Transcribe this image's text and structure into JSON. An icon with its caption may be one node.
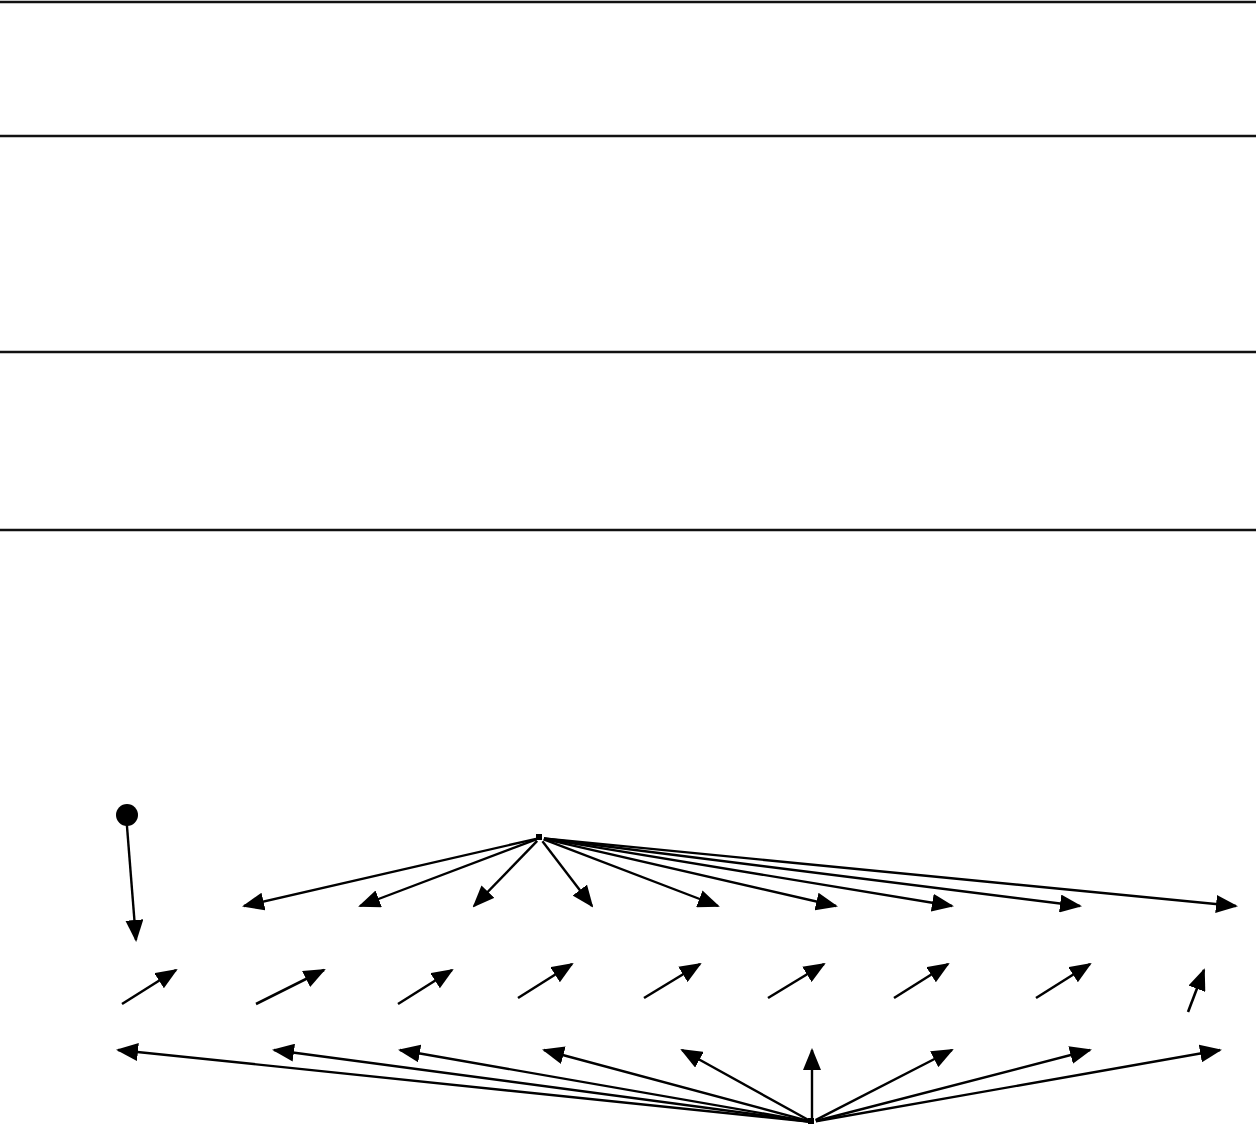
{
  "diagram": {
    "nodes": [
      {
        "text": [],
        "shape": "circle"
      },
      {
        "text": [],
        "shape": "point"
      },
      {
        "text": [],
        "shape": "point"
      }
    ],
    "edges": [
      {
        "from": 0,
        "to": null,
        "arrow": "to"
      },
      {
        "from": 1,
        "to": null,
        "arrow": "to"
      },
      {
        "from": 1,
        "to": null,
        "arrow": "to"
      },
      {
        "from": 1,
        "to": null,
        "arrow": "to"
      },
      {
        "from": 1,
        "to": null,
        "arrow": "to"
      },
      {
        "from": 1,
        "to": null,
        "arrow": "to"
      },
      {
        "from": 1,
        "to": null,
        "arrow": "to"
      },
      {
        "from": 1,
        "to": null,
        "arrow": "to"
      },
      {
        "from": 1,
        "to": null,
        "arrow": "to"
      },
      {
        "from": 1,
        "to": null,
        "arrow": "to"
      },
      {
        "from": 2,
        "to": null,
        "arrow": "to"
      },
      {
        "from": 2,
        "to": null,
        "arrow": "to"
      },
      {
        "from": 2,
        "to": null,
        "arrow": "to"
      },
      {
        "from": 2,
        "to": null,
        "arrow": "to"
      },
      {
        "from": 2,
        "to": null,
        "arrow": "to"
      },
      {
        "from": 2,
        "to": null,
        "arrow": "to"
      },
      {
        "from": 2,
        "to": null,
        "arrow": "to"
      },
      {
        "from": 2,
        "to": null,
        "arrow": "to"
      },
      {
        "from": 2,
        "to": null,
        "arrow": "to"
      }
    ]
  }
}
